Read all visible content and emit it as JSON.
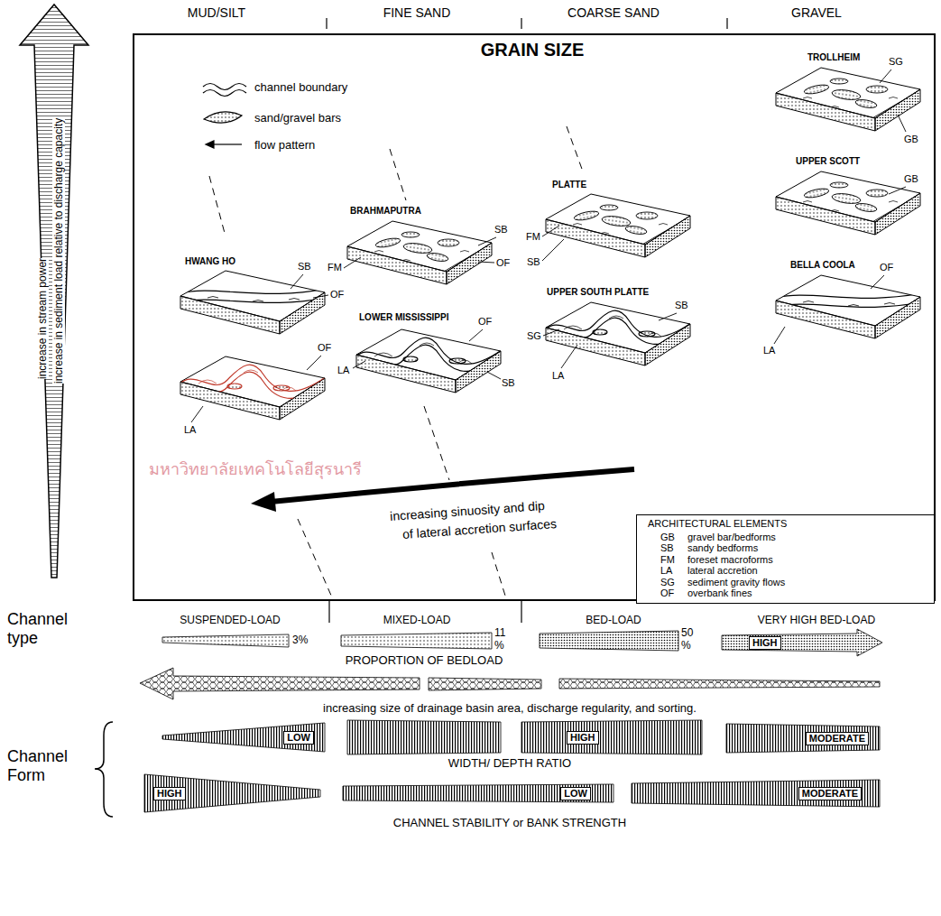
{
  "diagram": {
    "title": "GRAIN SIZE",
    "nodes": [
      {
        "text": [
          "ARCHITECTURAL ELEMENTS",
          "GB",
          "gravel bar/bedforms",
          "SB",
          "sandy bedforms",
          "FM",
          "foreset macroforms",
          "LA",
          "lateral accretion",
          "SG",
          "sediment gravity flows",
          "OF",
          "overbank fines"
        ]
      },
      {
        "text": [
          "HIGH"
        ]
      },
      {
        "text": [
          "LOW"
        ]
      },
      {
        "text": [
          "HIGH"
        ]
      },
      {
        "text": [
          "MODERATE"
        ]
      },
      {
        "text": [
          "HIGH"
        ]
      },
      {
        "text": [
          "LOW"
        ]
      },
      {
        "text": [
          "MODERATE"
        ]
      }
    ],
    "labels": [
      "MUD/SILT",
      "FINE SAND",
      "COARSE SAND",
      "GRAVEL",
      "increase in stream power",
      "increase in sediment load relative to discharge capacity",
      "HWANG HO",
      "SB",
      "OF",
      "OF",
      "LA",
      "BRAHMAPUTRA",
      "SB",
      "OF",
      "FM",
      "LOWER MISSISSIPPI",
      "OF",
      "LA",
      "SB",
      "PLATTE",
      "FM",
      "SB",
      "UPPER SOUTH PLATTE",
      "SB",
      "SG",
      "LA",
      "TROLLHEIM",
      "SG",
      "GB",
      "UPPER SCOTT",
      "GB",
      "BELLA COOLA",
      "OF",
      "LA",
      "increasing sinuosity and dip",
      "of lateral accretion surfaces",
      "Channel type",
      "SUSPENDED-LOAD",
      "MIXED-LOAD",
      "BED-LOAD",
      "VERY HIGH BED-LOAD",
      "3%",
      "11 %",
      "50 %",
      "PROPORTION OF BEDLOAD",
      "increasing size of drainage basin area, discharge regularity, and sorting.",
      "Channel Form",
      "WIDTH/ DEPTH RATIO",
      "CHANNEL STABILITY or BANK STRENGTH",
      "มหาวิทยาลัยเทคโนโลยีสุรนารี"
    ],
    "legend": [
      {
        "text": "channel boundary"
      },
      {
        "text": "sand/gravel bars"
      },
      {
        "text": "flow pattern"
      }
    ]
  }
}
